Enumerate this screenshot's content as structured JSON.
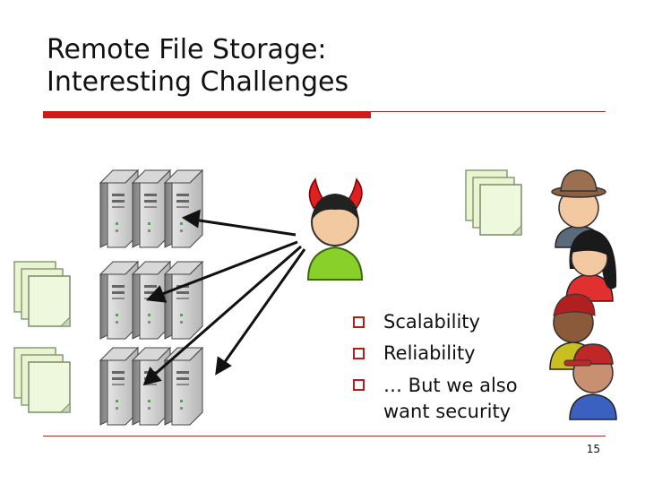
{
  "slide": {
    "title_line1": "Remote File Storage:",
    "title_line2": "Interesting Challenges",
    "bullets": [
      "Scalability",
      "Reliability",
      "… But we also want security"
    ],
    "page_number": "15"
  },
  "colors": {
    "accent_red": "#d21a1a",
    "bullet_border": "#b0201a",
    "server_gray": "#a8a8a8",
    "document_green": "#e8f5d0",
    "attacker_shirt": "#8ad02a"
  },
  "icons": [
    "server-icon",
    "document-stack-icon",
    "attacker-devil-icon",
    "user-person-icon",
    "arrow-icon"
  ]
}
